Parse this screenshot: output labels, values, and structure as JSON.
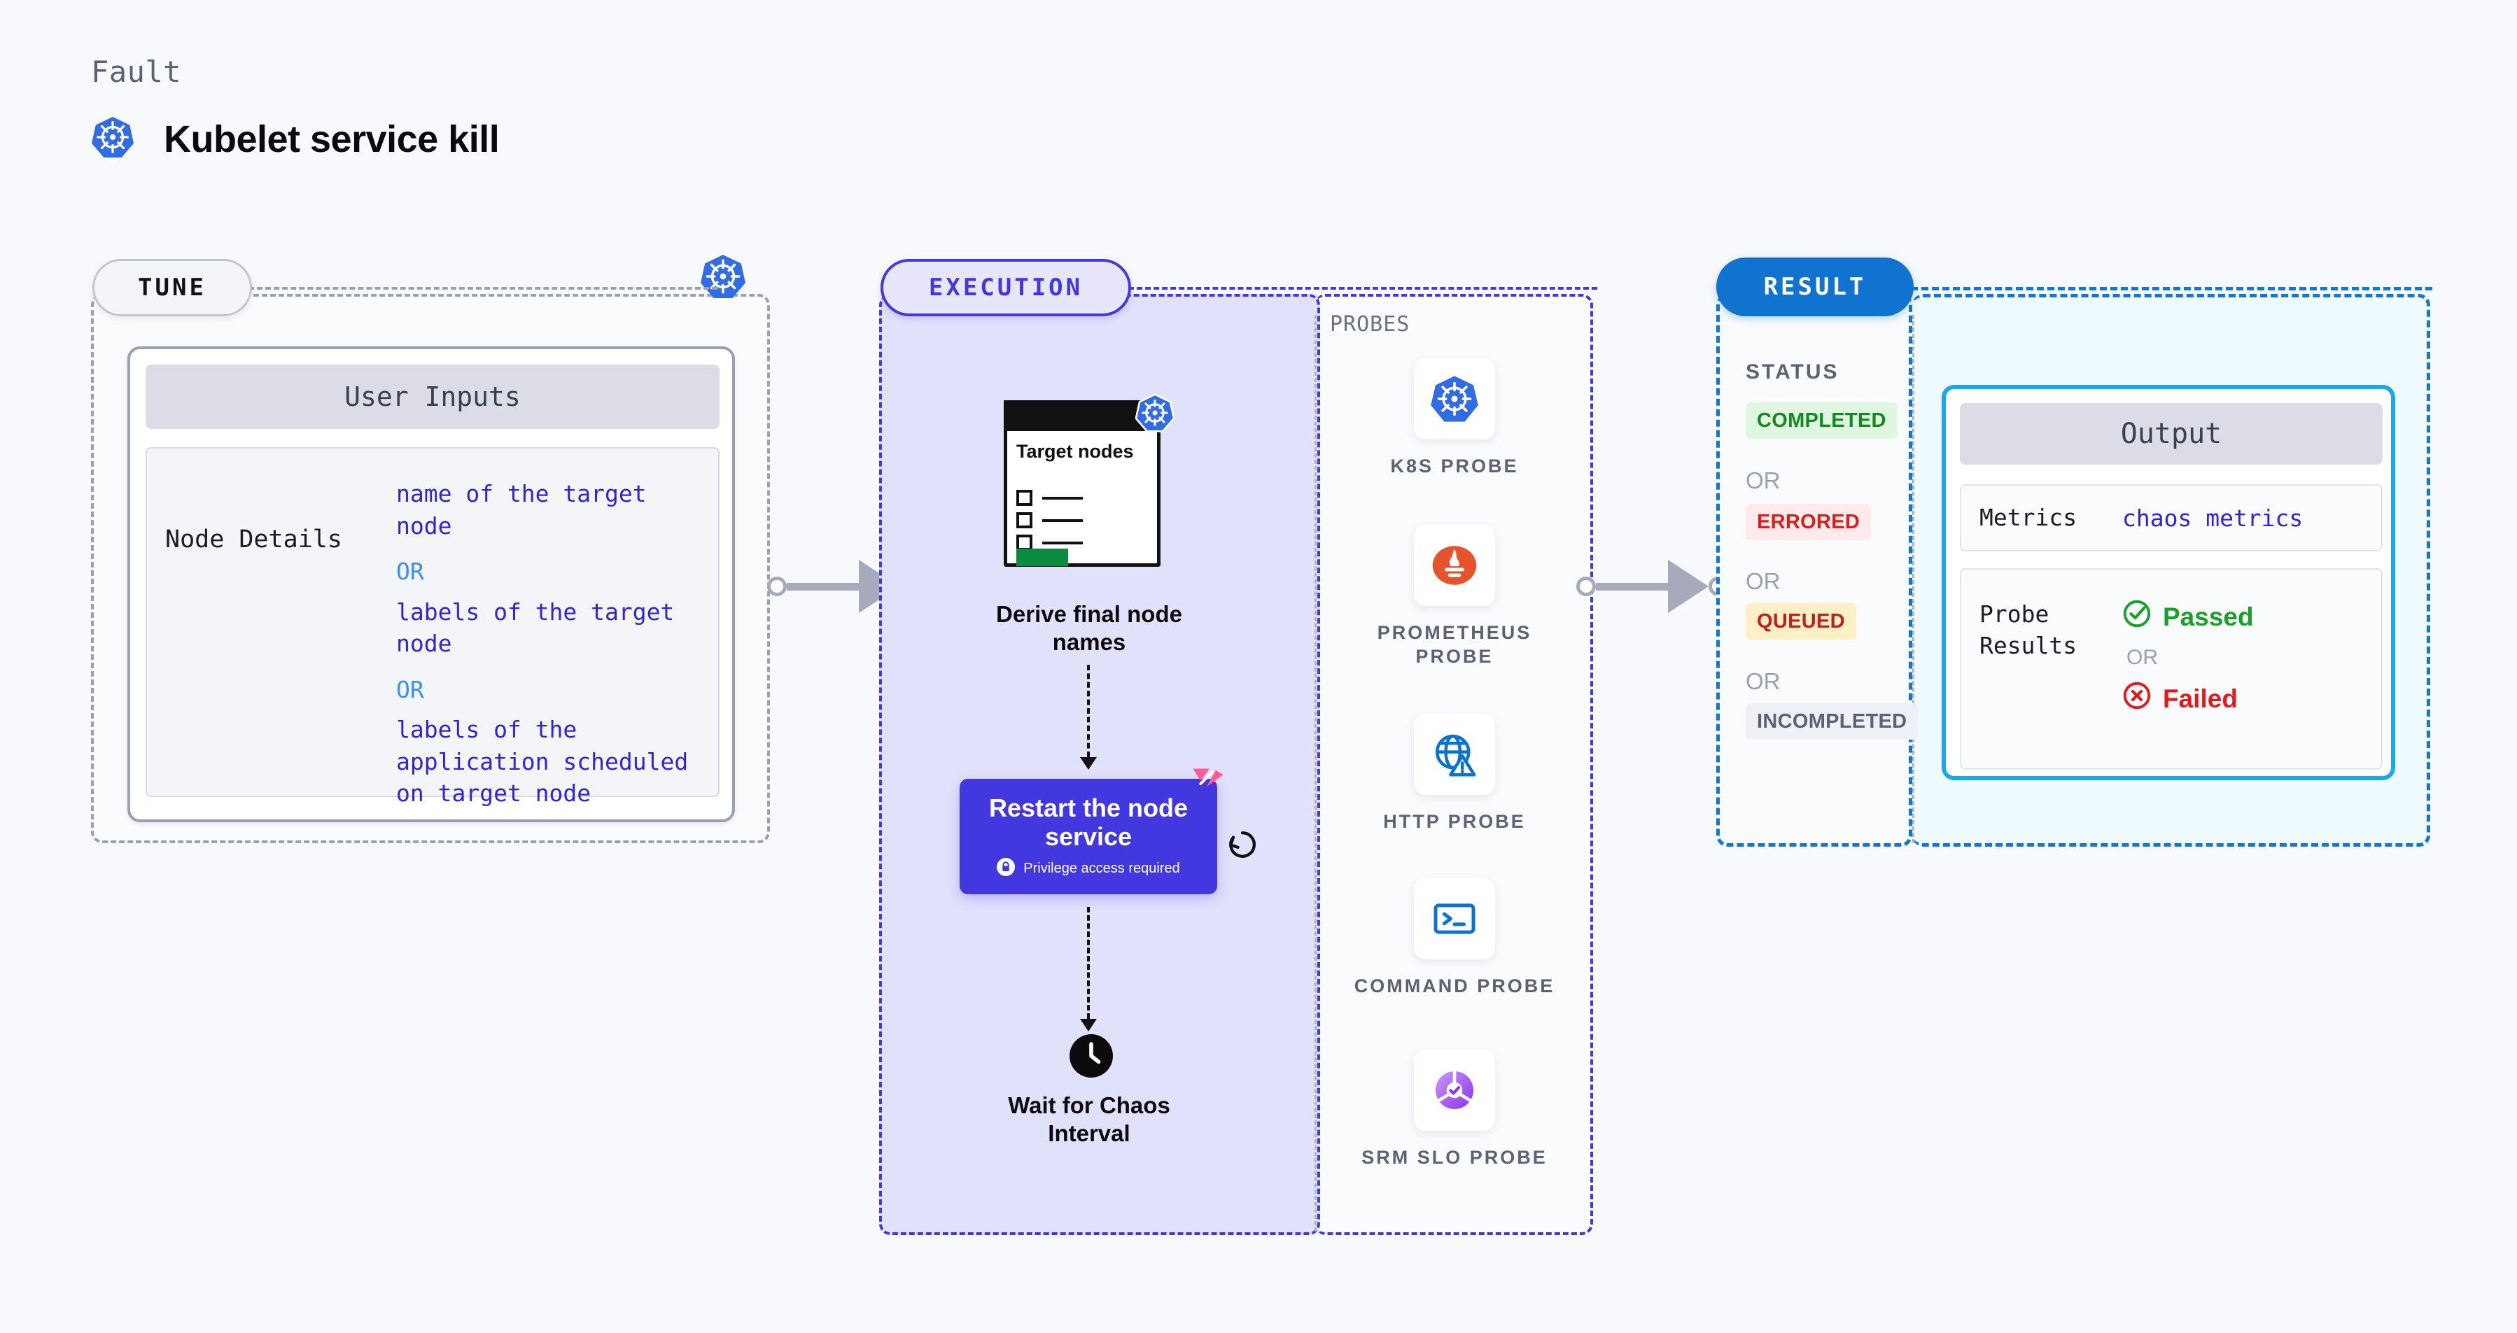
{
  "header": {
    "eyebrow": "Fault",
    "title": "Kubelet service kill",
    "icon": "kubernetes-icon"
  },
  "tune": {
    "pill_label": "TUNE",
    "badge_icon": "kubernetes-icon",
    "card": {
      "header": "User Inputs",
      "row_key": "Node Details",
      "values": [
        "name of the target node",
        "labels of the target node",
        "labels of the application scheduled on target node"
      ],
      "or_label": "OR"
    }
  },
  "execution": {
    "pill_label": "EXECUTION",
    "nodes": {
      "doc": {
        "title": "Target nodes",
        "badge_icon": "kubernetes-icon",
        "label": "Derive final node names"
      },
      "action": {
        "title": "Restart the node service",
        "privilege_note": "Privilege access required",
        "privilege_icon": "lock-icon",
        "corner_icon": "harness-logo-icon",
        "retry_icon": "refresh-icon"
      },
      "wait": {
        "icon": "clock-icon",
        "label": "Wait for Chaos Interval"
      }
    }
  },
  "probes": {
    "title": "PROBES",
    "items": [
      {
        "label": "K8S PROBE",
        "icon": "kubernetes-icon"
      },
      {
        "label": "PROMETHEUS PROBE",
        "icon": "prometheus-icon"
      },
      {
        "label": "HTTP PROBE",
        "icon": "globe-warning-icon"
      },
      {
        "label": "COMMAND PROBE",
        "icon": "terminal-icon"
      },
      {
        "label": "SRM SLO PROBE",
        "icon": "srm-slo-icon"
      }
    ]
  },
  "result": {
    "pill_label": "RESULT",
    "status_title": "STATUS",
    "or_label": "OR",
    "statuses": [
      {
        "label": "COMPLETED",
        "bg": "#dff6e0",
        "fg": "#128a1f"
      },
      {
        "label": "ERRORED",
        "bg": "#fdeaea",
        "fg": "#d61f1f"
      },
      {
        "label": "QUEUED",
        "bg": "#fdefc6",
        "fg": "#c01f1f"
      },
      {
        "label": "INCOMPLETED",
        "bg": "#eef0f5",
        "fg": "#5c6275"
      }
    ]
  },
  "output": {
    "header": "Output",
    "metrics_key": "Metrics",
    "metrics_value": "chaos metrics",
    "probe_results_key": "Probe Results",
    "passed_label": "Passed",
    "failed_label": "Failed",
    "or_label": "OR",
    "passed_icon": "check-circle-icon",
    "failed_icon": "x-circle-icon"
  },
  "colors": {
    "accent_purple": "#4338e0",
    "accent_blue": "#0f73cf",
    "kubernetes_blue": "#326ce5",
    "harness_pink": "#ff5996",
    "pass_green": "#18a02a",
    "fail_red": "#e01b1b"
  }
}
